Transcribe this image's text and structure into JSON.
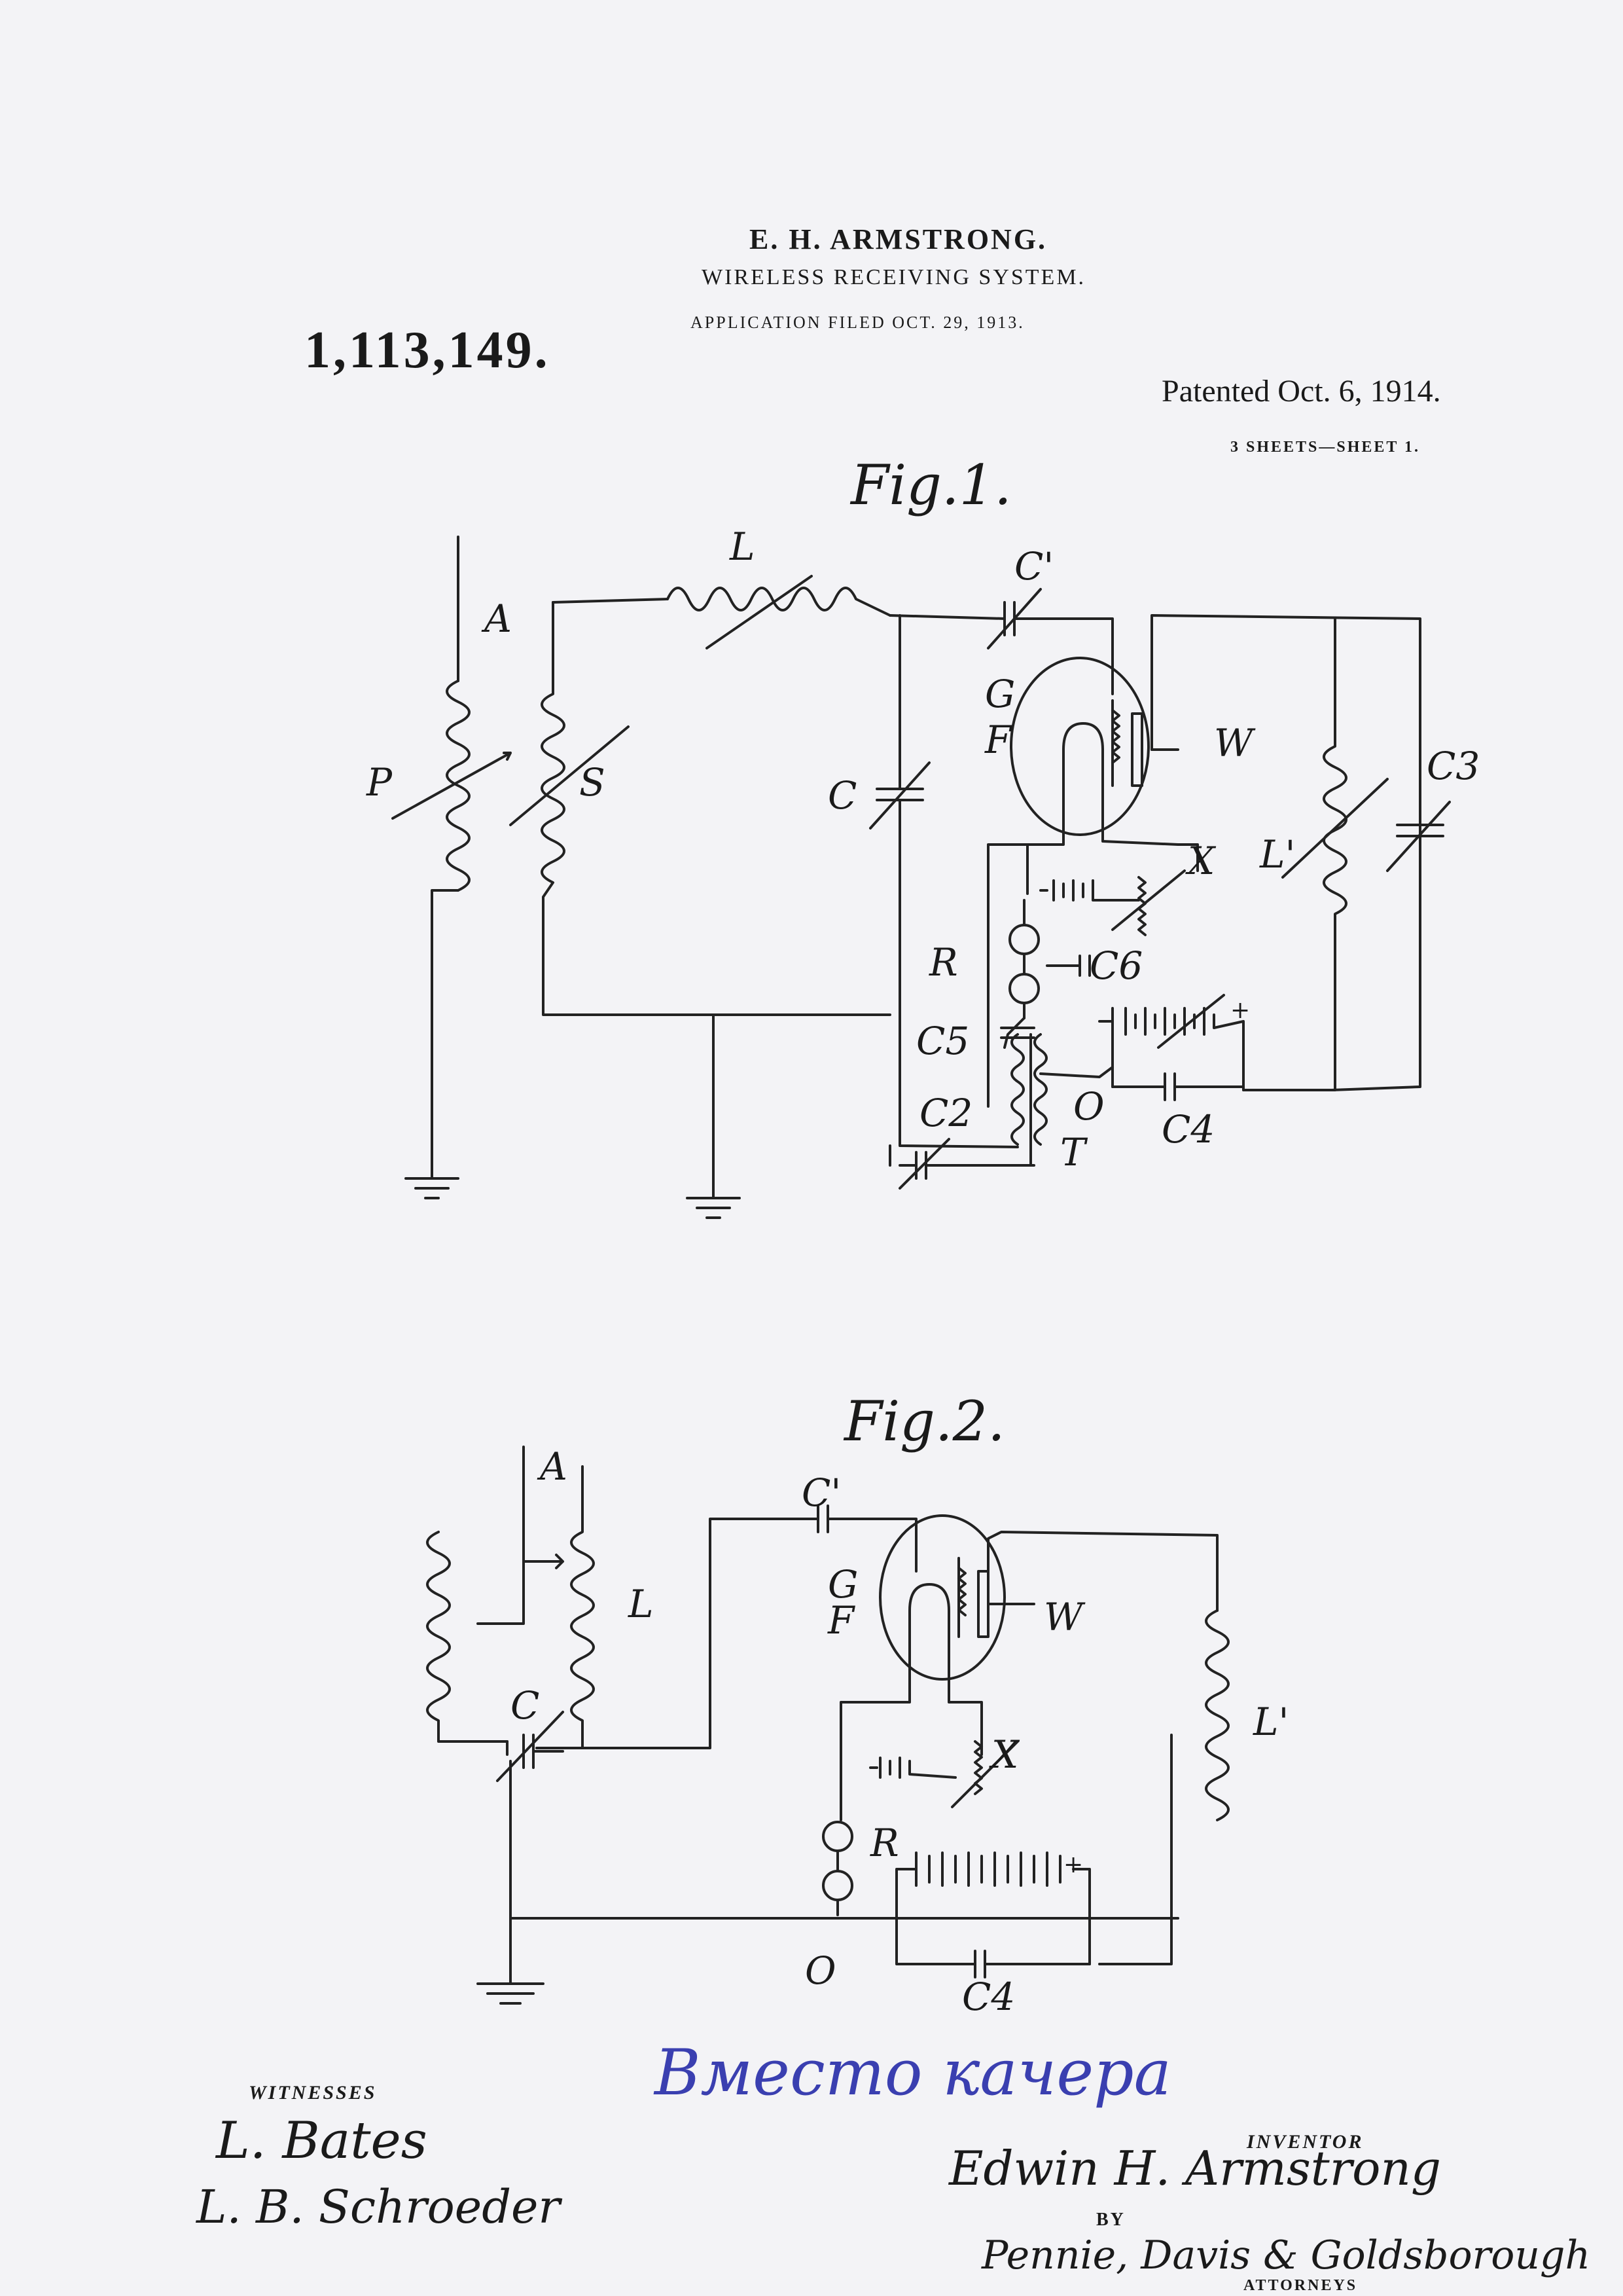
{
  "header": {
    "inventor": "E. H. ARMSTRONG.",
    "title": "WIRELESS RECEIVING SYSTEM.",
    "application": "APPLICATION FILED OCT. 29, 1913.",
    "patent_number": "1,113,149.",
    "patented": "Patented Oct. 6, 1914.",
    "sheets": "3 SHEETS—SHEET 1."
  },
  "fig1": {
    "title": "Fig.1.",
    "labels": {
      "A": "A",
      "P": "P",
      "S": "S",
      "L": "L",
      "C1": "C'",
      "C": "C",
      "G": "G",
      "F": "F",
      "W": "W",
      "X": "X",
      "L1": "L'",
      "C3": "C3",
      "R": "R",
      "C6": "C6",
      "C5": "C5",
      "C2": "C2",
      "O": "O",
      "T": "T",
      "C4": "C4",
      "plus": "+"
    }
  },
  "fig2": {
    "title": "Fig.2.",
    "labels": {
      "A": "A",
      "L": "L",
      "C": "C",
      "C1": "C'",
      "G": "G",
      "F": "F",
      "W": "W",
      "X": "X",
      "L1": "L'",
      "R": "R",
      "O": "O",
      "C4": "C4",
      "plus": "+"
    }
  },
  "handwritten_note": "Вместо качера",
  "footer": {
    "witnesses_label": "WITNESSES",
    "witness1": "L. Bates",
    "witness2": "L. B. Schroeder",
    "inventor_label": "INVENTOR",
    "inventor_signature": "Edwin H. Armstrong",
    "by_label": "BY",
    "attorney_signature": "Pennie, Davis & Goldsborough",
    "attorneys_label": "ATTORNEYS"
  }
}
